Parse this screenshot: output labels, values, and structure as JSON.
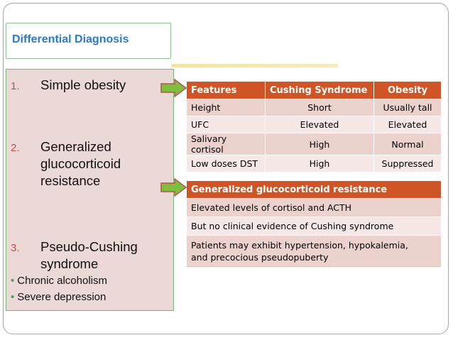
{
  "slide": {
    "title": "Differential Diagnosis",
    "list": [
      {
        "number": "1.",
        "lines": [
          "Simple obesity"
        ]
      },
      {
        "number": "2.",
        "lines": [
          "Generalized",
          "glucocorticoid",
          "resistance"
        ]
      },
      {
        "number": "3.",
        "lines": [
          "Pseudo-Cushing",
          "syndrome"
        ]
      }
    ],
    "bullets": [
      "Chronic alcoholism",
      "Severe depression"
    ],
    "bullet_glyph": "•"
  },
  "table1": {
    "headers": [
      "Features",
      "Cushing Syndrome",
      "Obesity"
    ],
    "rows": [
      [
        "Height",
        "Short",
        "Usually tall"
      ],
      [
        "UFC",
        "Elevated",
        "Elevated"
      ],
      [
        "Salivary cortisol",
        "High",
        "Normal"
      ],
      [
        "Low doses DST",
        "High",
        "Suppressed"
      ]
    ]
  },
  "table2": {
    "header": "Generalized glucocorticoid resistance",
    "rows": [
      "Elevated levels of cortisol and ACTH",
      "But no clinical evidence of Cushing syndrome",
      "Patients may exhibit hypertension, hypokalemia, and precocious pseudopuberty"
    ]
  },
  "colors": {
    "title_blue": "#2a7bd0",
    "table_header": "#cf5426",
    "row_dark": "#ecd2cd",
    "row_light": "#f5e8e6",
    "list_box": "#ead9d6",
    "number_red": "#c0504d",
    "arrow_green": "#7fbf3f"
  }
}
